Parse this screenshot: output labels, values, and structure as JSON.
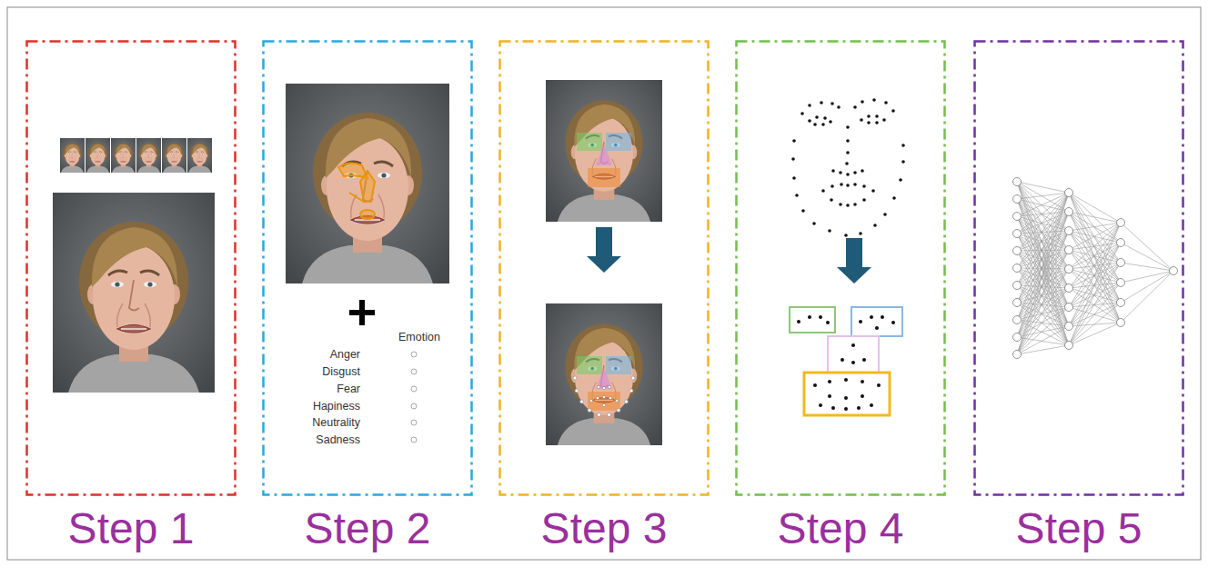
{
  "diagram": {
    "nodes": [
      {
        "text": [
          "Step 1"
        ]
      },
      {
        "text": [
          "Step 2",
          "Emotion",
          "Anger",
          "Disgust",
          "Fear",
          "Hapiness",
          "Neutrality",
          "Sadness"
        ]
      },
      {
        "text": [
          "Step 3"
        ]
      },
      {
        "text": [
          "Step 4"
        ]
      },
      {
        "text": [
          "Step 5"
        ]
      }
    ]
  }
}
